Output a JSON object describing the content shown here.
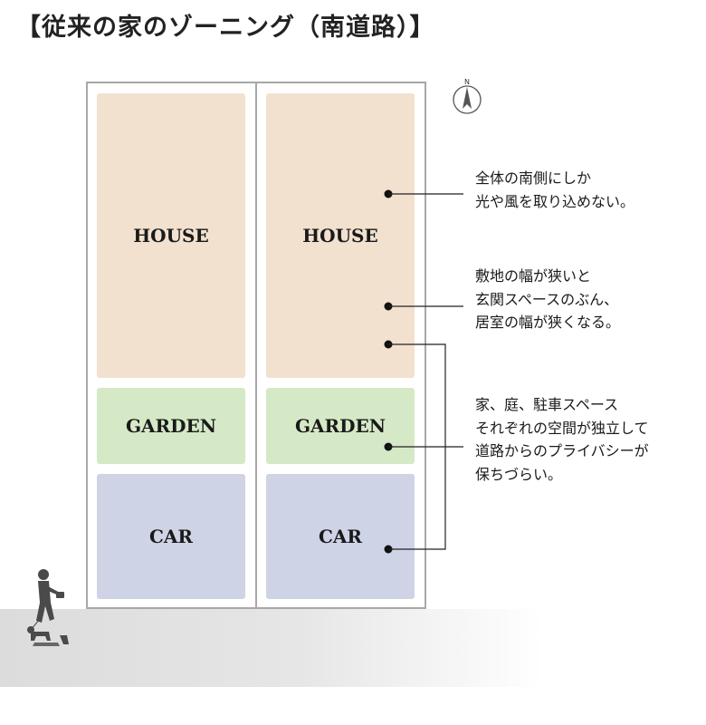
{
  "title": "【従来の家のゾーニング（南道路）】",
  "compass": {
    "label": "N"
  },
  "lots": [
    {
      "zones": [
        {
          "label": "HOUSE"
        },
        {
          "label": "GARDEN"
        },
        {
          "label": "CAR"
        }
      ]
    },
    {
      "zones": [
        {
          "label": "HOUSE"
        },
        {
          "label": "GARDEN"
        },
        {
          "label": "CAR"
        }
      ]
    }
  ],
  "notes": [
    {
      "text": "全体の南側にしか\n光や風を取り込めない。"
    },
    {
      "text": "敷地の幅が狭いと\n玄関スペースのぶん、\n居室の幅が狭くなる。"
    },
    {
      "text": "家、庭、駐車スペース\nそれぞれの空間が独立して\n道路からのプライバシーが\n保ちづらい。"
    }
  ],
  "colors": {
    "house": "#f2e1cf",
    "garden": "#d5e9c6",
    "car": "#cfd3e6",
    "lot_border": "#a8a8a8",
    "road": "#dcdcdc"
  },
  "icons": {
    "walker": "person-walking-dog-icon",
    "compass": "north-arrow-icon"
  }
}
